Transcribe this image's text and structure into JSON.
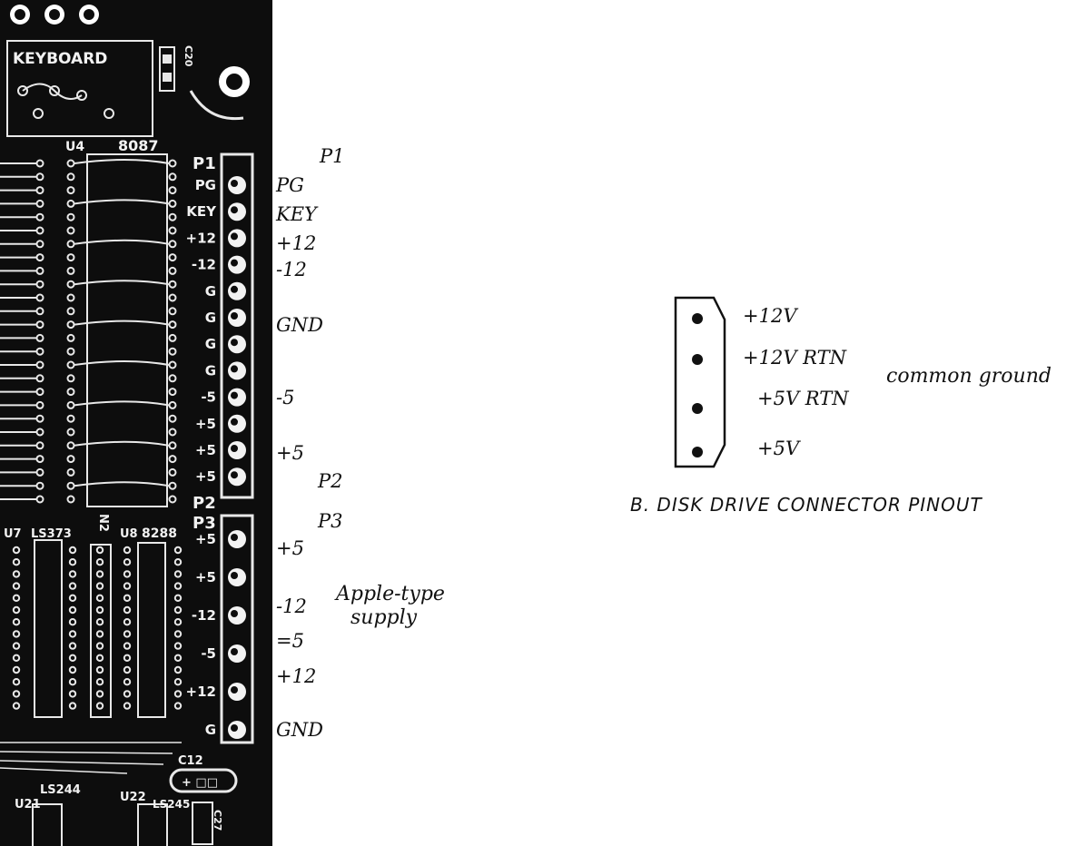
{
  "board": {
    "silk": {
      "keyboard": "KEYBOARD",
      "c20": "C20",
      "u4": "U4",
      "chip_8087": "8087",
      "p1": "P1",
      "p2": "P2",
      "p3": "P3",
      "u7": "U7",
      "ls373": "LS373",
      "n2": "N2",
      "u8": "U8",
      "chip_8288": "8288",
      "c12": "C12",
      "ls244": "LS244",
      "u21": "U21",
      "u22": "U22",
      "ls245": "LS245",
      "c27": "C27",
      "c12_pins": "+ □□"
    },
    "p1_silk": [
      "PG",
      "KEY",
      "+12",
      "-12",
      "G",
      "G",
      "G",
      "G",
      "-5",
      "+5",
      "+5",
      "+5"
    ],
    "p3_silk": [
      "+5",
      "+5",
      "-12",
      "-5",
      "+12",
      "G"
    ]
  },
  "annotations": {
    "p1_label": "P1",
    "p1_pins": [
      "PG",
      "KEY",
      "+12",
      "-12",
      "GND",
      "-5",
      "+5"
    ],
    "p2_label": "P2",
    "p3_label": "P3",
    "p3_pins": [
      "+5",
      "-12",
      "=5",
      "+12",
      "GND"
    ],
    "apple_line1": "Apple-type",
    "apple_line2": "supply"
  },
  "disk_connector": {
    "pins": [
      "+12V",
      "+12V  RTN",
      "+5V  RTN",
      "+5V"
    ],
    "group_note": "common ground",
    "caption": "B. DISK DRIVE CONNECTOR PINOUT"
  },
  "colors": {
    "board": "#0d0d0d",
    "trace": "#e8e8e8",
    "ink": "#111111"
  }
}
